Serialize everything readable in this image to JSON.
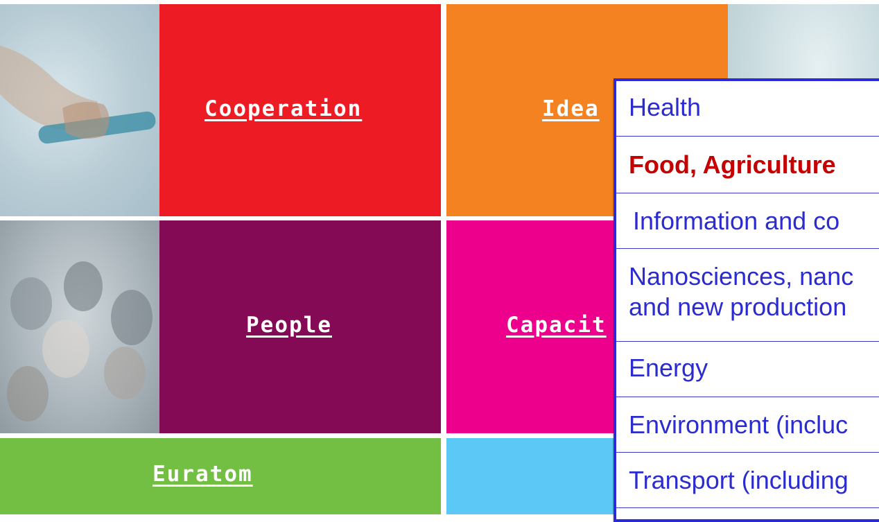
{
  "tiles": {
    "cooperation": {
      "label": "Cooperation",
      "color": "#ed1c24"
    },
    "ideas": {
      "label": "Idea",
      "color": "#f58220"
    },
    "people": {
      "label": "People",
      "color": "#850a55"
    },
    "capacities": {
      "label": "Capacit",
      "color": "#ec008c"
    },
    "euratom": {
      "label": "Euratom",
      "color": "#72bf44"
    },
    "blue_tile": {
      "color": "#5bc8f5"
    }
  },
  "themes_panel": {
    "items": [
      {
        "label": "Health",
        "active": false
      },
      {
        "label": "Food, Agriculture",
        "active": true
      },
      {
        "label": "Information and co",
        "active": false
      },
      {
        "label_line1": "Nanosciences, nanc",
        "label_line2": "and new production",
        "active": false
      },
      {
        "label": "Energy",
        "active": false
      },
      {
        "label": "Environment (incluc",
        "active": false
      },
      {
        "label": "Transport (including",
        "active": false
      }
    ]
  },
  "colors": {
    "panel_border": "#2a2ad6",
    "item_text": "#2b2bd0",
    "active_text": "#c40000"
  }
}
